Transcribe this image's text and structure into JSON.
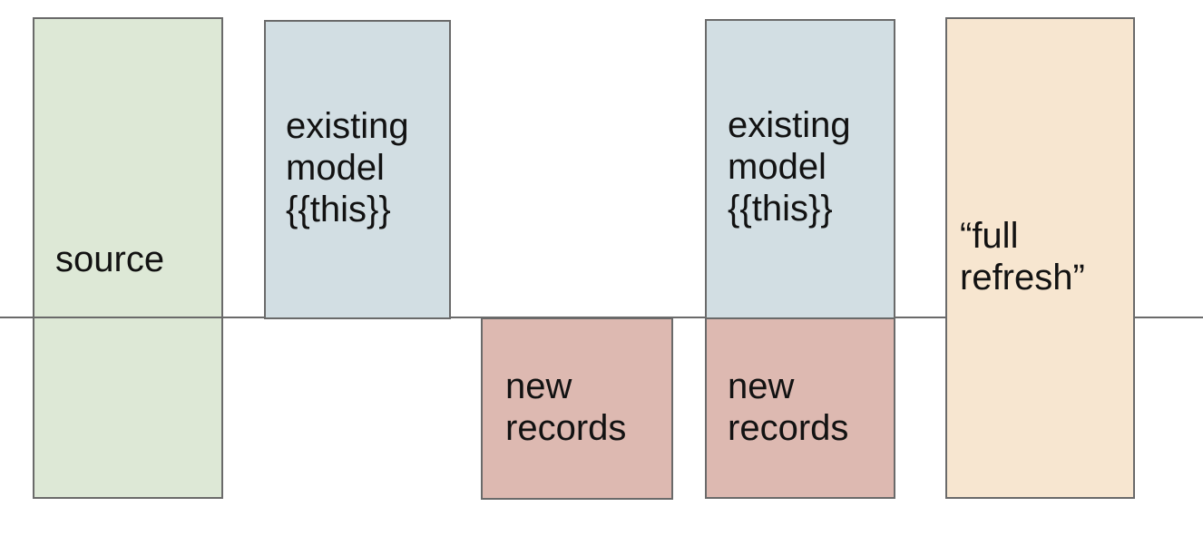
{
  "diagram": {
    "background": "#ffffff",
    "border_color": "#6a6a6a",
    "text_color": "#121212",
    "baseline": {
      "description": "horizontal-cutoff-line",
      "color": "#6a6a6a"
    },
    "boxes": [
      {
        "key": "source",
        "label": "source",
        "fill": "#dde8d6",
        "border": "#6a6a6a"
      },
      {
        "key": "existing-model-1",
        "label": "existing\nmodel\n{{this}}",
        "fill": "#d2dee3",
        "border": "#6a6a6a"
      },
      {
        "key": "new-records-1",
        "label": "new\nrecords",
        "fill": "#ddb9b1",
        "border": "#6a6a6a"
      },
      {
        "key": "existing-model-2",
        "label": "existing\nmodel\n{{this}}",
        "fill": "#d2dee3",
        "border": "#6a6a6a"
      },
      {
        "key": "new-records-2",
        "label": "new\nrecords",
        "fill": "#ddb9b1",
        "border": "#6a6a6a"
      },
      {
        "key": "full-refresh",
        "label": "“full\nrefresh”",
        "fill": "#f7e6d0",
        "border": "#6a6a6a"
      }
    ]
  }
}
